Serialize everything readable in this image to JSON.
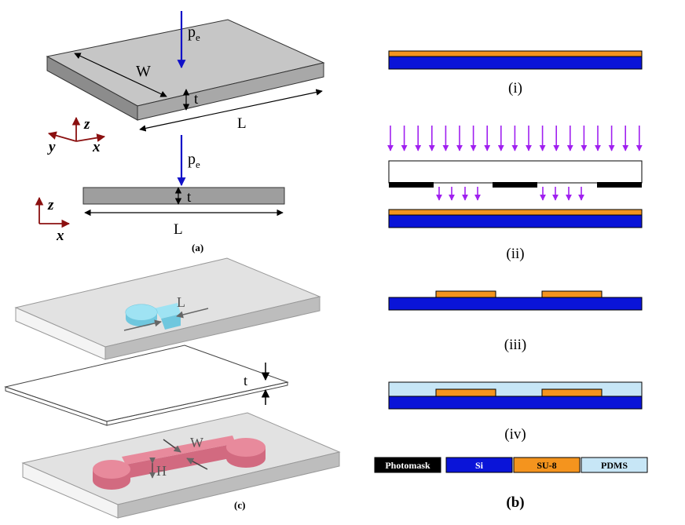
{
  "panel_a": {
    "caption": "(a)",
    "force_label_top": "p",
    "force_sub_top": "e",
    "width_label": "W",
    "thickness_label_top": "t",
    "length_label_top": "L",
    "axis_z_top": "z",
    "axis_y": "y",
    "axis_x_top": "x",
    "force_label_side": "p",
    "force_sub_side": "e",
    "thickness_label_side": "t",
    "length_label_side": "L",
    "axis_z_side": "z",
    "axis_x_side": "x"
  },
  "panel_b": {
    "caption": "(b)",
    "steps": [
      "(i)",
      "(ii)",
      "(iii)",
      "(iv)"
    ],
    "legend": [
      {
        "label": "Photomask",
        "color": "#000000",
        "text_color": "#ffffff"
      },
      {
        "label": "Si",
        "color": "#0a14d8",
        "text_color": "#ffffff"
      },
      {
        "label": "SU-8",
        "color": "#f4941e",
        "text_color": "#000000"
      },
      {
        "label": "PDMS",
        "color": "#c7e6f6",
        "text_color": "#000000"
      }
    ],
    "uv_color": "#a020f0"
  },
  "panel_c": {
    "caption": "(c)",
    "length_label": "L",
    "thickness_label": "t",
    "width_label": "W",
    "height_label": "H"
  },
  "colors": {
    "plate_top": "#c6c6c6",
    "plate_front": "#8c8c8c",
    "plate_side": "#a8a8a8",
    "force_arrow": "#1010c8",
    "axis_color": "#8b1010",
    "cyan_channel": "#9fe3f3",
    "pink_channel": "#e88a9c"
  }
}
